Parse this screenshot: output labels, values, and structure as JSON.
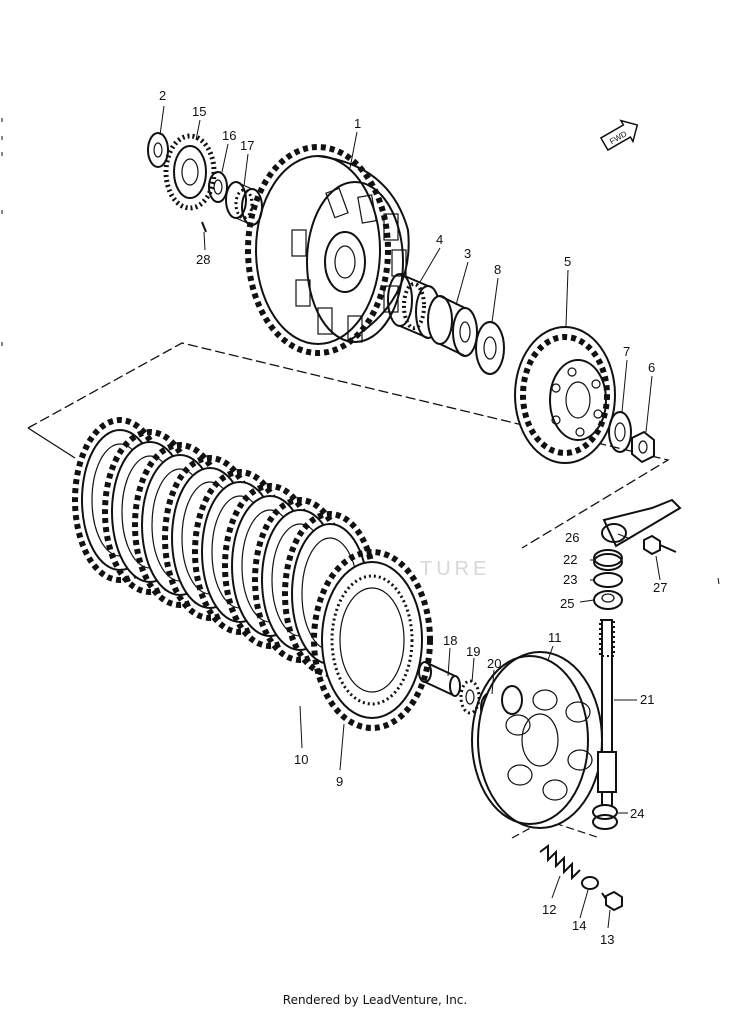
{
  "watermark": "TURE",
  "callouts": {
    "c1": "1",
    "c2": "2",
    "c3": "3",
    "c4": "4",
    "c5": "5",
    "c6": "6",
    "c7": "7",
    "c8": "8",
    "c9": "9",
    "c10": "10",
    "c11": "11",
    "c12": "12",
    "c13": "13",
    "c14": "14",
    "c15": "15",
    "c16": "16",
    "c17": "17",
    "c18": "18",
    "c19": "19",
    "c20": "20",
    "c21": "21",
    "c22": "22",
    "c23": "23",
    "c24": "24",
    "c25": "25",
    "c26": "26",
    "c27": "27",
    "c28": "28"
  },
  "fwd_label": "FWD",
  "footer": "Rendered by LeadVenture, Inc."
}
